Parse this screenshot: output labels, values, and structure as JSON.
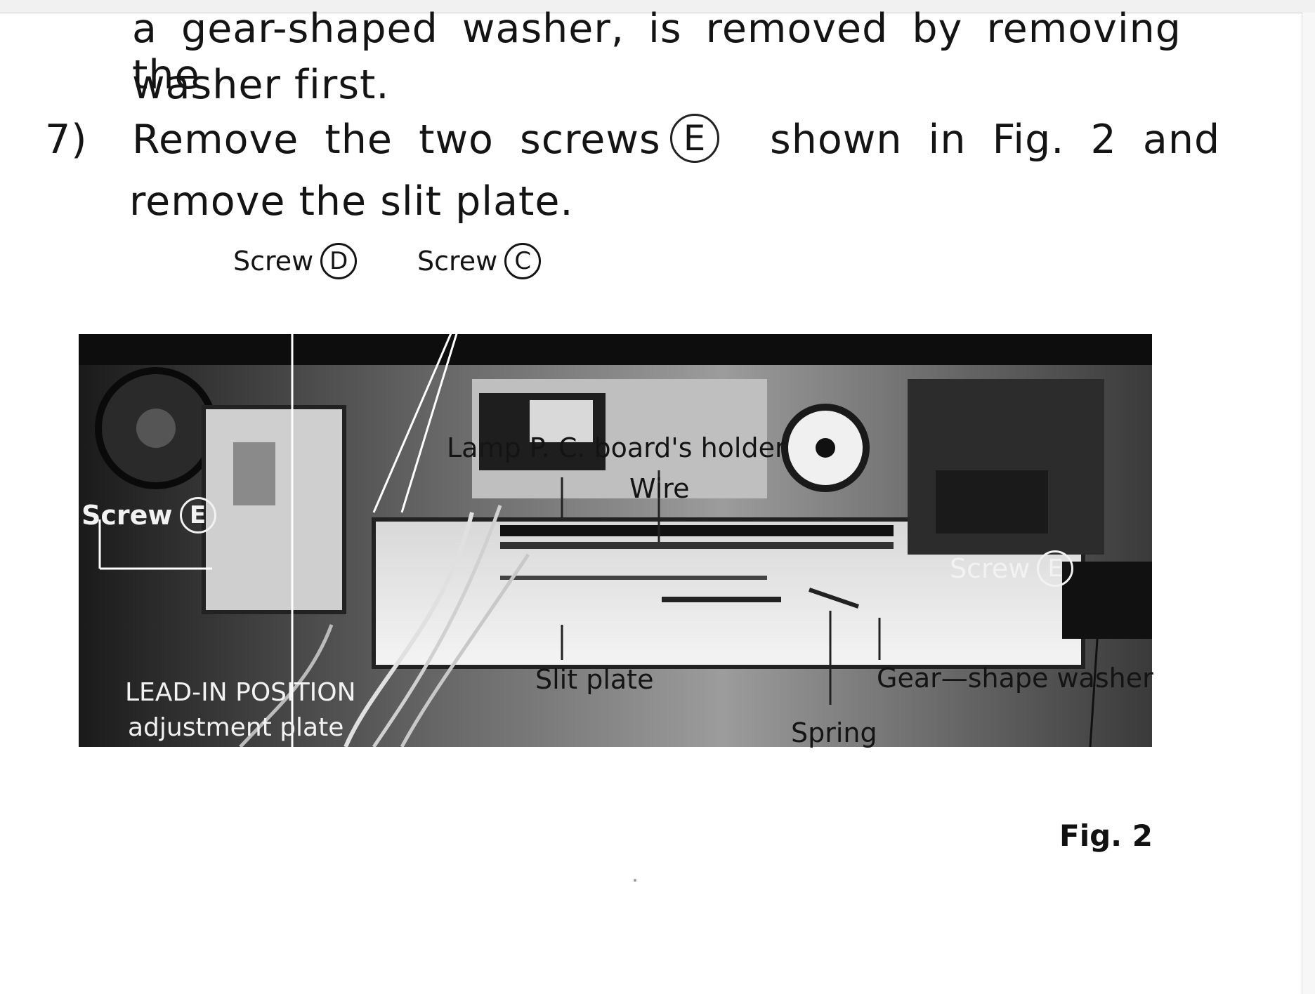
{
  "document": {
    "line1": "a gear-shaped washer, is removed by removing the",
    "line2": "washer first.",
    "step_number": "7)",
    "step_line1_before": "Remove the two screws",
    "step_screw_letter": "E",
    "step_line1_after": "shown in Fig. 2 and",
    "step_line2": "remove the slit plate."
  },
  "figure": {
    "labels": {
      "screw_d": "Screw",
      "screw_d_letter": "D",
      "screw_c": "Screw",
      "screw_c_letter": "C",
      "screw_e_left": "Screw",
      "screw_e_left_letter": "E",
      "screw_e_right": "Screw",
      "screw_e_right_letter": "E",
      "lamp_holder": "Lamp P. C. board's holder",
      "wire": "Wire",
      "slit_plate": "Slit plate",
      "gear_washer": "Gear—shape washer",
      "spring": "Spring",
      "lead_in_line1": "LEAD-IN POSITION",
      "lead_in_line2": "adjustment plate"
    },
    "caption": "Fig. 2"
  }
}
